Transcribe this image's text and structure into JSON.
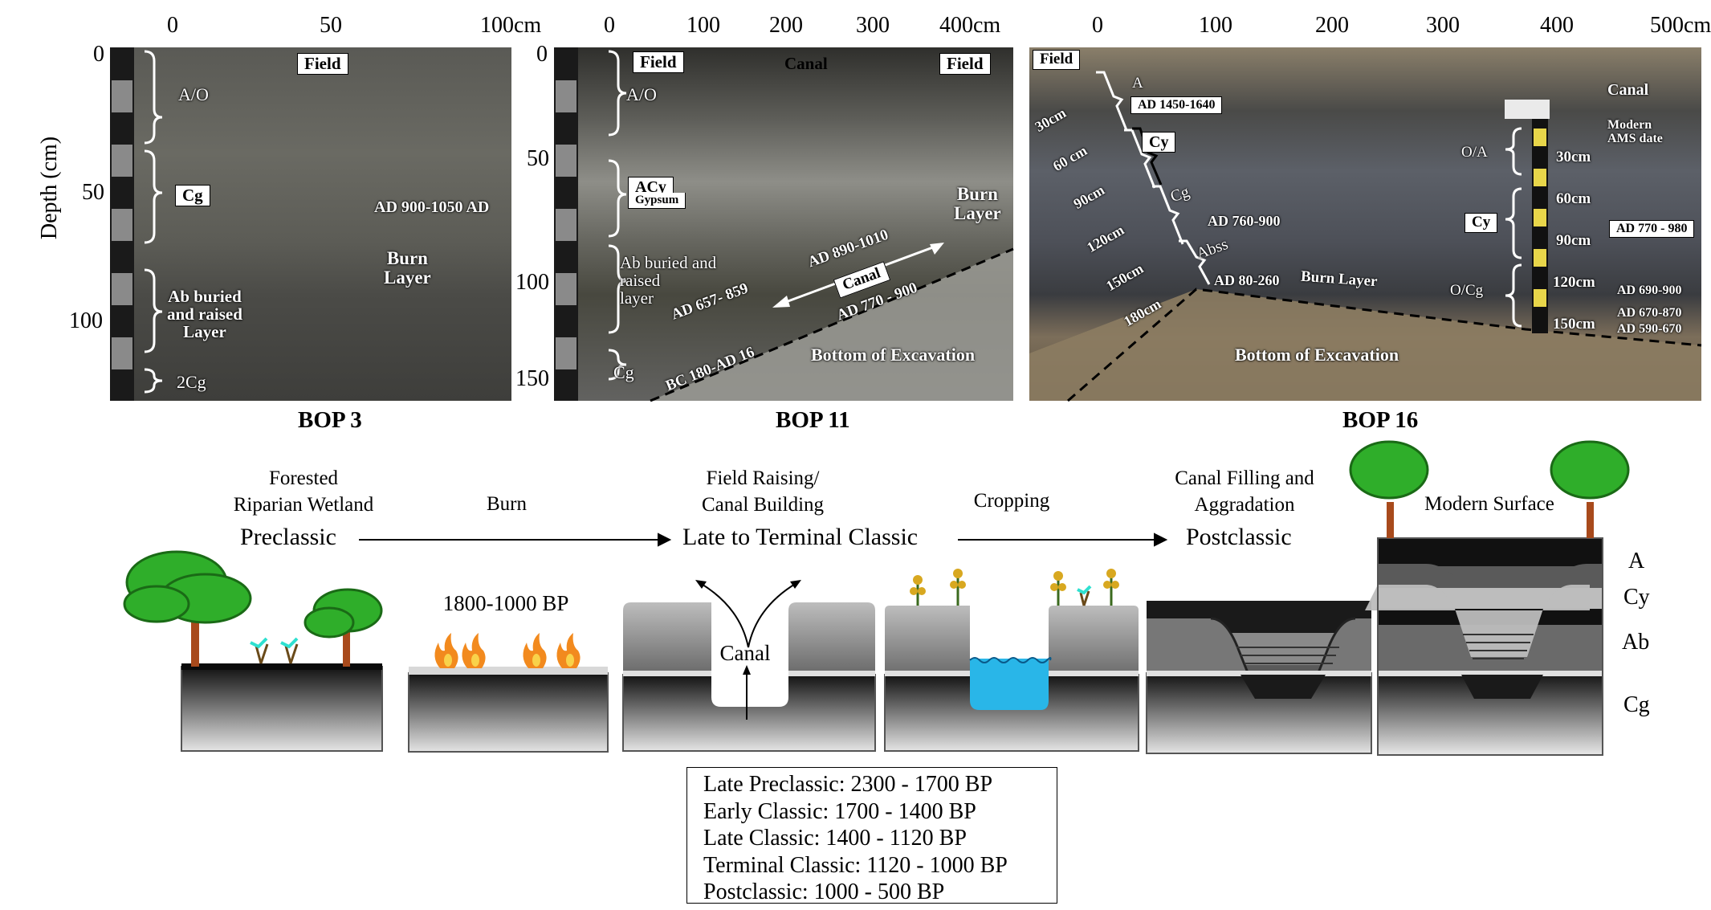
{
  "profiles": [
    {
      "caption": "BOP 3",
      "top_axis": [
        "0",
        "50",
        "100cm"
      ],
      "depth_axis_title": "Depth (cm)",
      "depth_ticks": [
        "0",
        "50",
        "100"
      ],
      "labels": {
        "field": "Field",
        "horizon_ao": "A/O",
        "horizon_cg": "Cg",
        "date": "AD 900-1050 AD",
        "burn_layer": "Burn\nLayer",
        "ab_layer": "Ab buried\nand raised\nLayer",
        "horizon_2cg": "2Cg"
      }
    },
    {
      "caption": "BOP 11",
      "top_axis": [
        "0",
        "100",
        "200",
        "300",
        "400cm"
      ],
      "depth_ticks": [
        "0",
        "50",
        "100",
        "150"
      ],
      "labels": {
        "field_left": "Field",
        "canal": "Canal",
        "field_right": "Field",
        "horizon_ao": "A/O",
        "horizon_acy": "ACy",
        "gypsum": "Gypsum",
        "ab_layer": "Ab buried and\nraised\nlayer",
        "horizon_cg": "Cg",
        "date_657": "AD 657- 859",
        "date_890": "AD 890-1010",
        "canal_arrow": "Canal",
        "date_770": "AD 770 - 900",
        "date_bc": "BC 180-AD 16",
        "burn_layer": "Burn\nLayer",
        "bottom": "Bottom of Excavation"
      }
    },
    {
      "caption": "BOP 16",
      "top_axis": [
        "0",
        "100",
        "200",
        "300",
        "400",
        "500cm"
      ],
      "labels": {
        "field": "Field",
        "horizon_a": "A",
        "date_1450": "AD 1450-1640",
        "d30": "30cm",
        "d60": "60 cm",
        "horizon_cy": "Cy",
        "d90": "90cm",
        "horizon_cg": "Cg",
        "d120": "120cm",
        "date_760": "AD 760-900",
        "d150": "150cm",
        "horizon_abss": "Abss",
        "d180": "180cm",
        "date_80": "AD 80-260",
        "burn_layer": "Burn Layer",
        "bottom": "Bottom of Excavation",
        "canal": "Canal",
        "modern_ams": "Modern\nAMS date",
        "horizon_oa": "O/A",
        "r30": "30cm",
        "r60": "60cm",
        "horizon_cy_right": "Cy",
        "r90": "90cm",
        "date_770": "AD 770 - 980",
        "horizon_ocg": "O/Cg",
        "r120": "120cm",
        "r150": "150cm",
        "date_690": "AD 690-900",
        "date_670": "AD 670-870",
        "date_590": "AD 590-670"
      }
    }
  ],
  "sequence": {
    "stages": [
      {
        "title": "Forested\nRiparian Wetland"
      },
      {
        "title": "Burn"
      },
      {
        "title": "Field Raising/\nCanal Building"
      },
      {
        "title": "Cropping"
      },
      {
        "title": "Canal Filling and\nAggradation"
      },
      {
        "title": "Modern Surface"
      }
    ],
    "periods": [
      "Preclassic",
      "Late to Terminal Classic",
      "Postclassic"
    ],
    "burn_date": "1800-1000 BP",
    "canal_label": "Canal",
    "horizons": [
      "A",
      "Cy",
      "Ab",
      "Cg"
    ]
  },
  "legend": [
    "Late Preclassic: 2300 - 1700 BP",
    "Early Classic: 1700 - 1400 BP",
    "Late Classic: 1400 - 1120 BP",
    "Terminal Classic: 1120 - 1000 BP",
    "Postclassic: 1000 - 500 BP"
  ],
  "colors": {
    "soil_dark": "#151515",
    "soil_light": "#d8d8d8",
    "water": "#29b6e8",
    "tree_green": "#2fae2a",
    "trunk": "#a84a1c",
    "flame": "#f28a1e"
  }
}
